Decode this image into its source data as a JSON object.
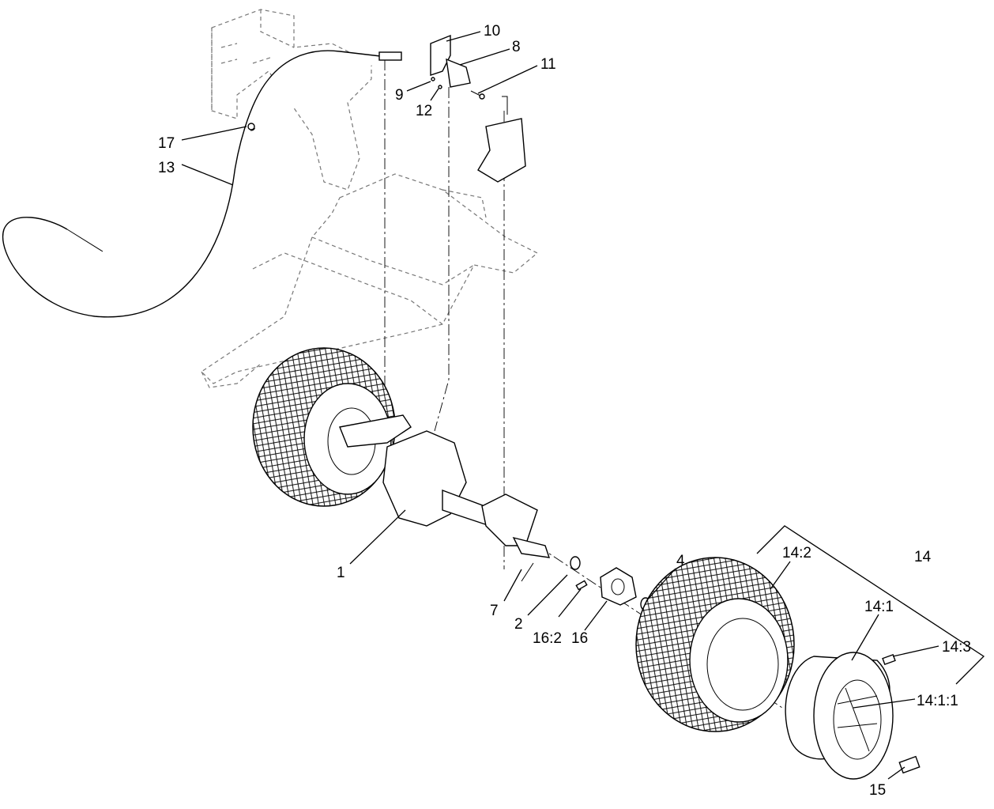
{
  "callouts": {
    "c10": "10",
    "c8": "8",
    "c11": "11",
    "c9": "9",
    "c12": "12",
    "c17": "17",
    "c13": "13",
    "c1": "1",
    "c7": "7",
    "c2": "2",
    "c16_2": "16:2",
    "c16": "16",
    "c4": "4",
    "c14_2": "14:2",
    "c14": "14",
    "c14_1": "14:1",
    "c14_3": "14:3",
    "c14_1_1": "14:1:1",
    "c15": "15"
  }
}
